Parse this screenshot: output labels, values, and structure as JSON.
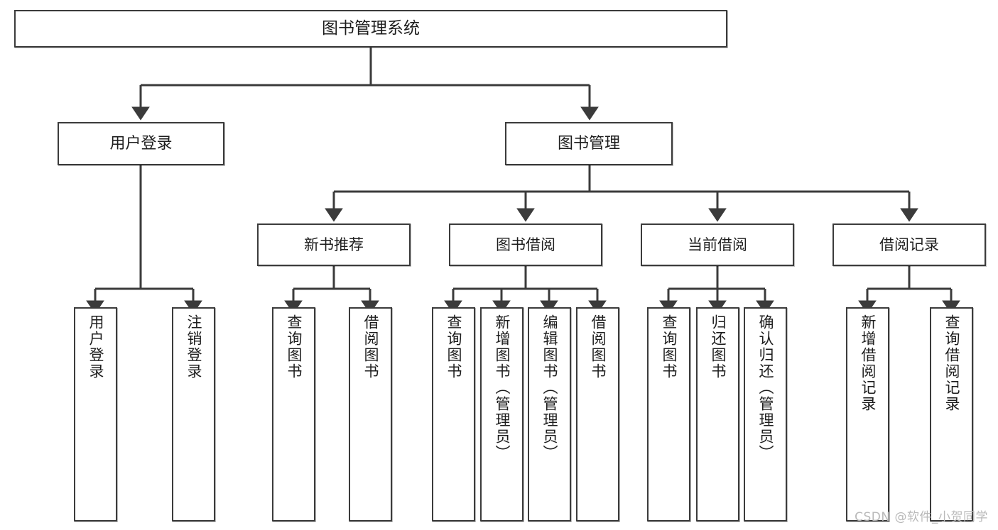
{
  "diagram": {
    "title": "图书管理系统",
    "type": "tree",
    "watermark": "CSDN @软件_小贺同学",
    "colors": {
      "box_border": "#3b3b3b",
      "box_fill": "#ffffff",
      "connector": "#3b3b3b",
      "text": "#1d1d1d",
      "watermark": "#b9b9b9"
    },
    "root": {
      "label": "图书管理系统"
    },
    "level2": [
      {
        "label": "用户登录"
      },
      {
        "label": "图书管理"
      }
    ],
    "level3": [
      {
        "label": "新书推荐"
      },
      {
        "label": "图书借阅"
      },
      {
        "label": "当前借阅"
      },
      {
        "label": "借阅记录"
      }
    ],
    "leaves": {
      "user_login": [
        {
          "label": "用户登录"
        },
        {
          "label": "注销登录"
        }
      ],
      "new_book_recommend": [
        {
          "label": "查询图书"
        },
        {
          "label": "借阅图书"
        }
      ],
      "book_borrow": [
        {
          "label": "查询图书"
        },
        {
          "label": "新增图书（管理员）"
        },
        {
          "label": "编辑图书（管理员）"
        },
        {
          "label": "借阅图书"
        }
      ],
      "current_borrow": [
        {
          "label": "查询图书"
        },
        {
          "label": "归还图书"
        },
        {
          "label": "确认归还（管理员）"
        }
      ],
      "borrow_record": [
        {
          "label": "新增借阅记录"
        },
        {
          "label": "查询借阅记录"
        }
      ]
    }
  }
}
